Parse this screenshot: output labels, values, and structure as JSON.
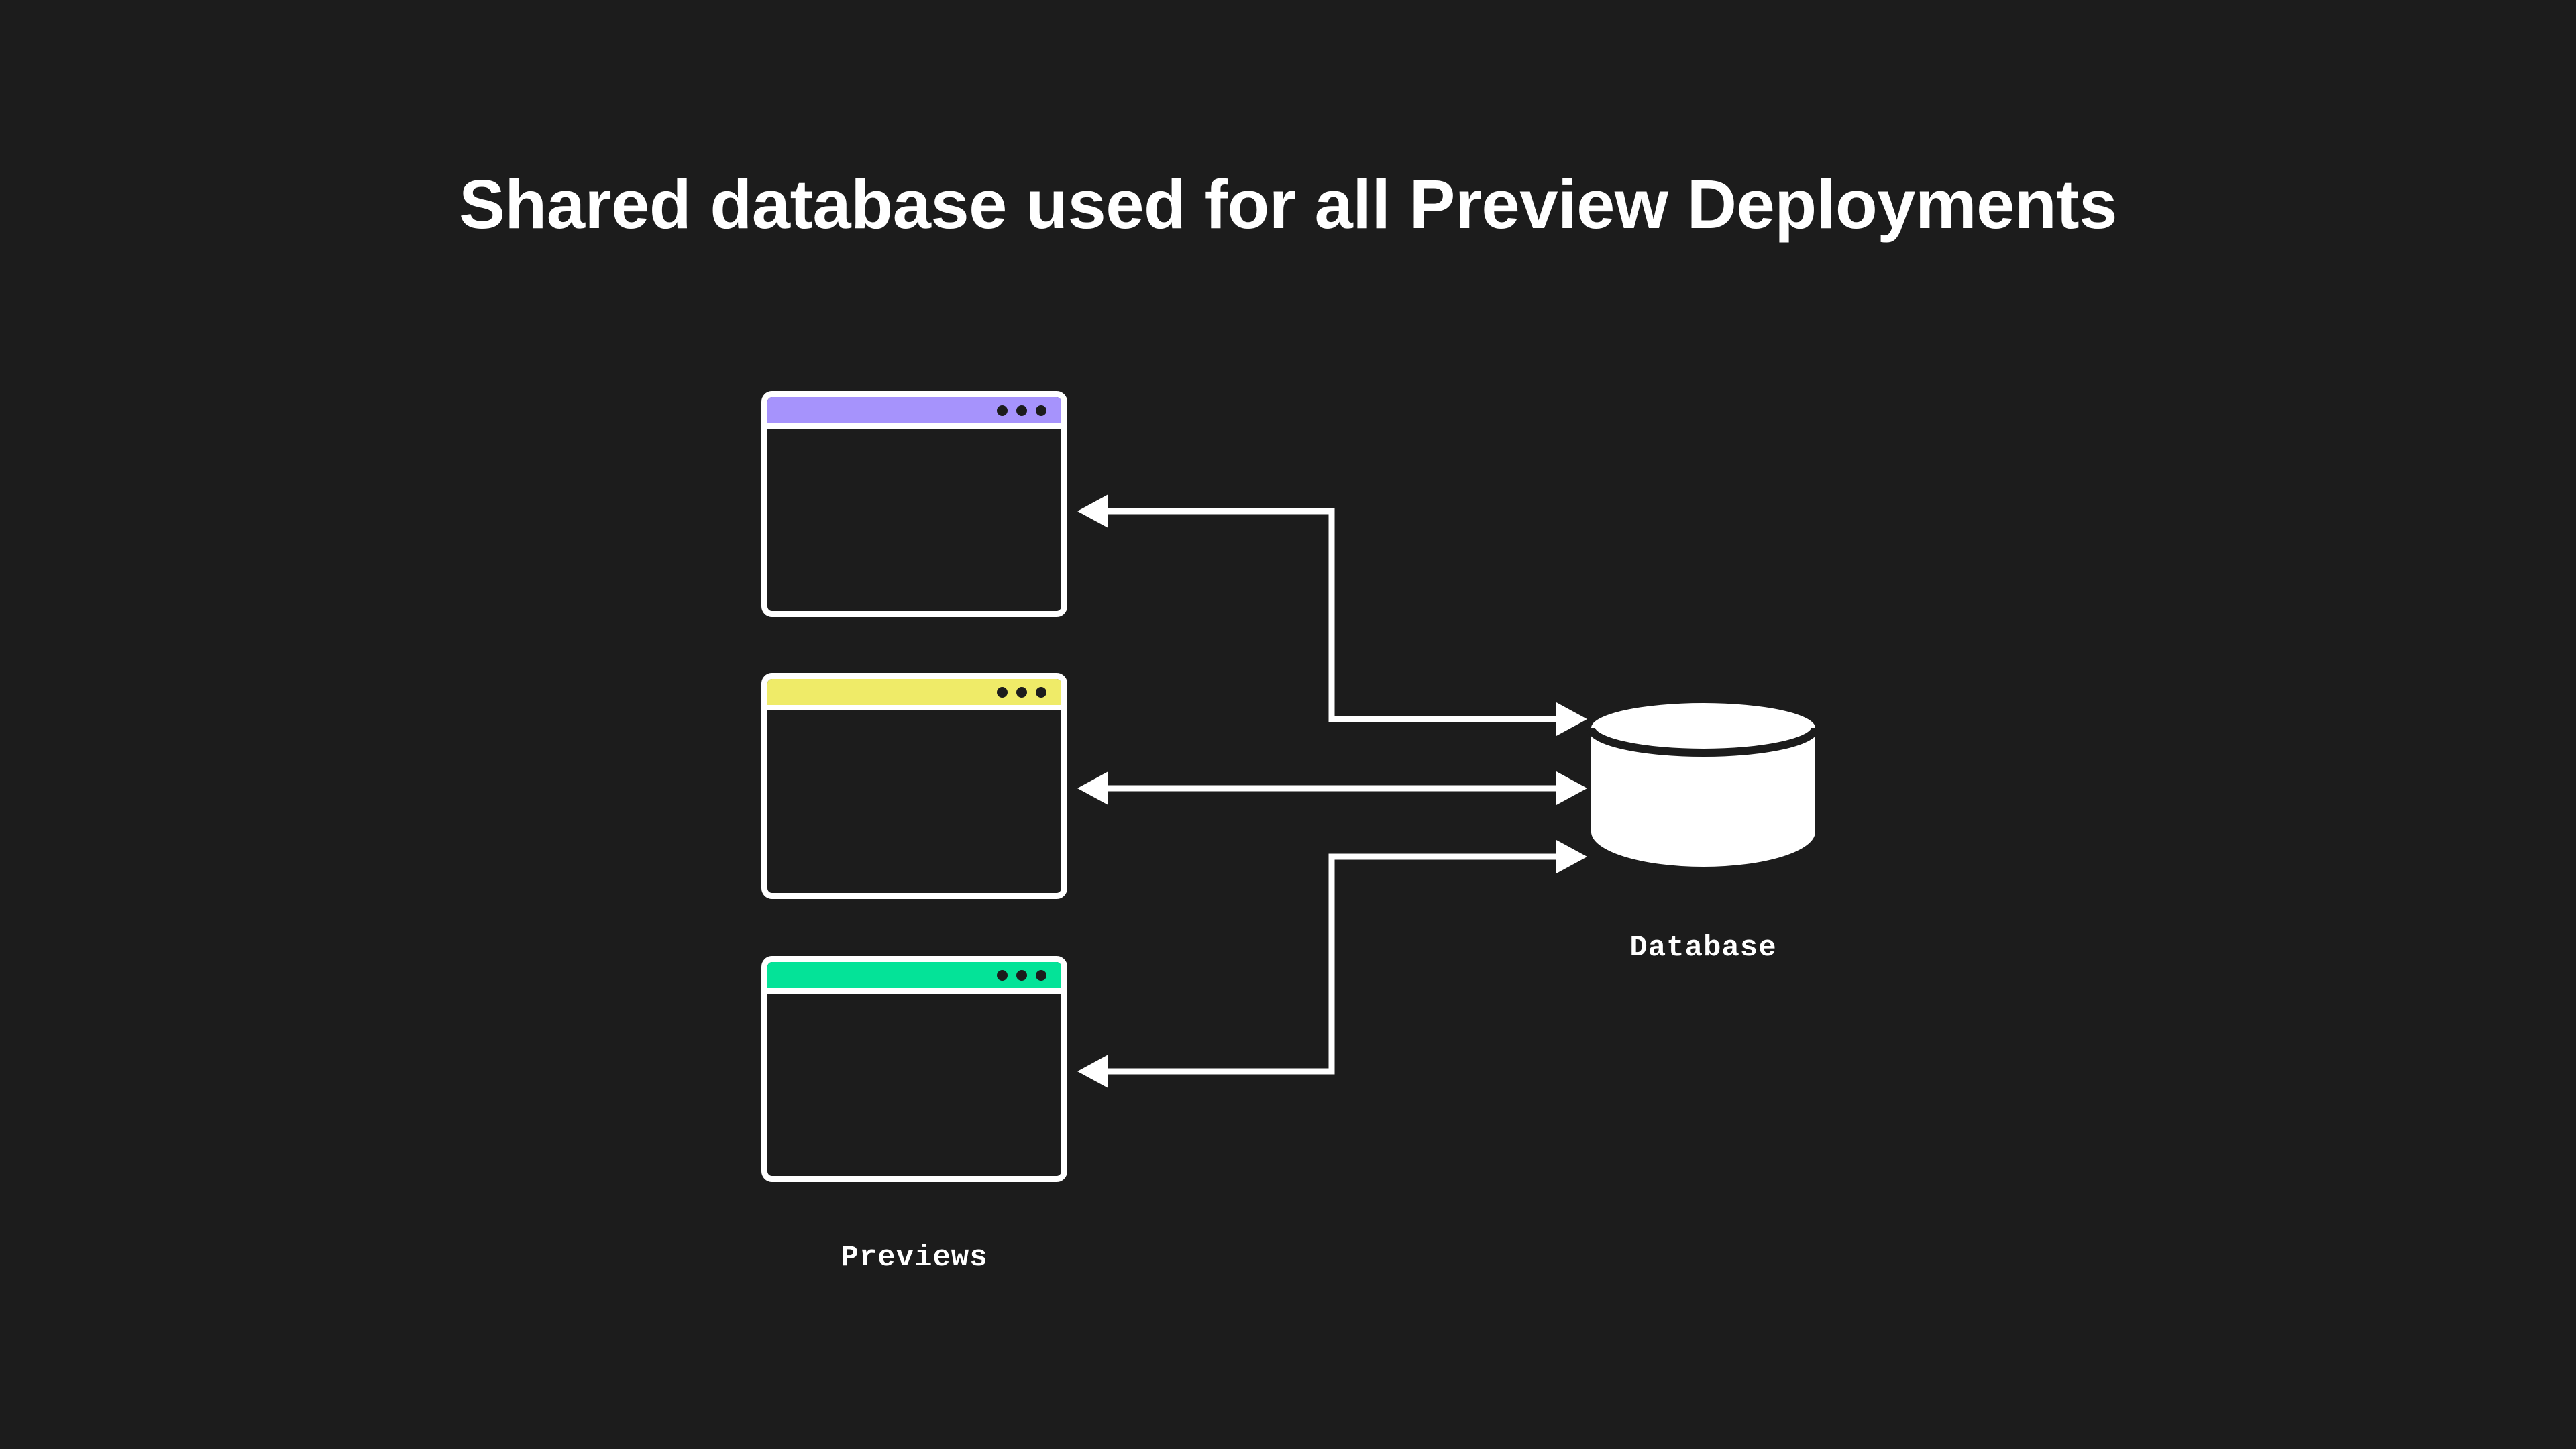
{
  "page": {
    "background_color": "#1c1c1c",
    "title": "Shared database used for all Preview Deployments",
    "title_color": "#ffffff"
  },
  "diagram": {
    "type": "architecture-diagram",
    "previews_label": "Previews",
    "database_label": "Database",
    "database_color": "#ffffff",
    "windows": [
      {
        "id": "preview-1",
        "accent_color": "#a693fc",
        "accent_name": "purple",
        "dots": 3,
        "connection": "read-from-database"
      },
      {
        "id": "preview-2",
        "accent_color": "#efeb68",
        "accent_name": "yellow",
        "dots": 3,
        "connection": "bidirectional-with-database"
      },
      {
        "id": "preview-3",
        "accent_color": "#04e398",
        "accent_name": "green",
        "dots": 3,
        "connection": "read-from-database"
      }
    ],
    "connections": [
      {
        "id": "conn-top",
        "from": "database",
        "to": "preview-1",
        "direction": "both-ends",
        "style": "elbow"
      },
      {
        "id": "conn-middle",
        "from": "preview-2",
        "to": "database",
        "direction": "bidirectional",
        "style": "straight"
      },
      {
        "id": "conn-bottom",
        "from": "database",
        "to": "preview-3",
        "direction": "both-ends",
        "style": "elbow"
      }
    ]
  }
}
